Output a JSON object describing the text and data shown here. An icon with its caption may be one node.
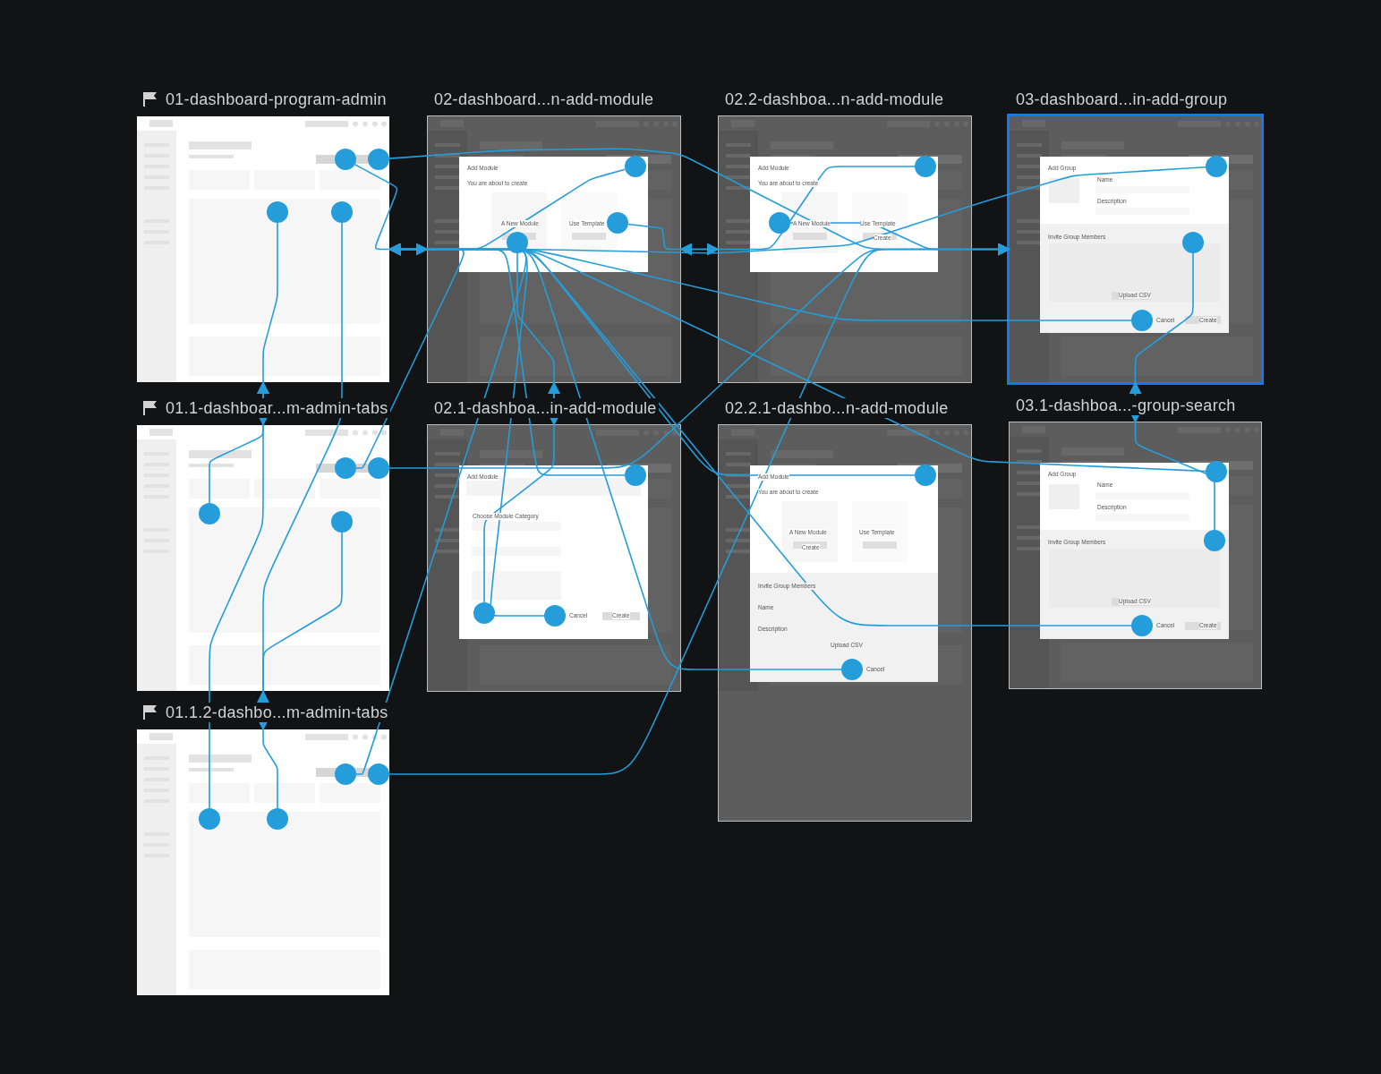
{
  "diagram": {
    "nodes": [
      {
        "text": [
          "01-dashboard-program-admin"
        ]
      },
      {
        "text": [
          "02-dashboard...n-add-module"
        ]
      },
      {
        "text": [
          "02.2-dashboa...n-add-module"
        ]
      },
      {
        "text": [
          "03-dashboard...in-add-group"
        ]
      },
      {
        "text": [
          "01.1-dashboar...m-admin-tabs"
        ]
      },
      {
        "text": [
          "02.1-dashboa...in-add-module"
        ]
      },
      {
        "text": [
          "02.2.1-dashbo...n-add-module"
        ]
      },
      {
        "text": [
          "03.1-dashboa...-group-search"
        ]
      },
      {
        "text": [
          "01.1.2-dashbo...m-admin-tabs"
        ]
      },
      {
        "text": [],
        "shape": "circle",
        "in": 0
      },
      {
        "text": [],
        "shape": "circle",
        "in": 0
      },
      {
        "text": [],
        "shape": "circle",
        "in": 0
      },
      {
        "text": [],
        "shape": "circle",
        "in": 0
      },
      {
        "text": [],
        "shape": "circle",
        "in": 1
      },
      {
        "text": [],
        "shape": "circle",
        "in": 1
      },
      {
        "text": [],
        "shape": "circle",
        "in": 1
      },
      {
        "text": [],
        "shape": "circle",
        "in": 2
      },
      {
        "text": [],
        "shape": "circle",
        "in": 2
      },
      {
        "text": [],
        "shape": "circle",
        "in": 3
      },
      {
        "text": [],
        "shape": "circle",
        "in": 3
      },
      {
        "text": [],
        "shape": "circle",
        "in": 3
      },
      {
        "text": [],
        "shape": "circle",
        "in": 4
      },
      {
        "text": [],
        "shape": "circle",
        "in": 4
      },
      {
        "text": [],
        "shape": "circle",
        "in": 4
      },
      {
        "text": [],
        "shape": "circle",
        "in": 4
      },
      {
        "text": [],
        "shape": "circle",
        "in": 5
      },
      {
        "text": [],
        "shape": "circle",
        "in": 5
      },
      {
        "text": [],
        "shape": "circle",
        "in": 5
      },
      {
        "text": [],
        "shape": "circle",
        "in": 6
      },
      {
        "text": [],
        "shape": "circle",
        "in": 6
      },
      {
        "text": [],
        "shape": "circle",
        "in": 7
      },
      {
        "text": [],
        "shape": "circle",
        "in": 7
      },
      {
        "text": [],
        "shape": "circle",
        "in": 7
      },
      {
        "text": [],
        "shape": "circle",
        "in": 8
      },
      {
        "text": [],
        "shape": "circle",
        "in": 8
      },
      {
        "text": [],
        "shape": "circle",
        "in": 8
      },
      {
        "text": [],
        "shape": "circle",
        "in": 8
      }
    ],
    "edges": [
      {
        "from": 9,
        "to": 1,
        "arrow": "to"
      },
      {
        "from": 10,
        "to": 3,
        "arrow": "to"
      },
      {
        "from": 11,
        "to": 4,
        "arrow": "to"
      },
      {
        "from": 12,
        "to": 8,
        "arrow": "to"
      },
      {
        "from": 13,
        "to": 0,
        "arrow": "to"
      },
      {
        "from": 14,
        "to": 2,
        "arrow": "to"
      },
      {
        "from": 15,
        "to": 5,
        "arrow": "to"
      },
      {
        "from": 16,
        "to": 1,
        "arrow": "to"
      },
      {
        "from": 17,
        "to": 3,
        "arrow": "to"
      },
      {
        "from": 18,
        "to": 0,
        "arrow": "to"
      },
      {
        "from": 19,
        "to": 7,
        "arrow": "to"
      },
      {
        "from": 20,
        "to": 0,
        "arrow": "to"
      },
      {
        "from": 21,
        "to": 0,
        "arrow": "to"
      },
      {
        "from": 22,
        "to": 3,
        "arrow": "to"
      },
      {
        "from": 23,
        "to": 0,
        "arrow": "to"
      },
      {
        "from": 24,
        "to": 8,
        "arrow": "to"
      },
      {
        "from": 25,
        "to": 0,
        "arrow": "to"
      },
      {
        "from": 26,
        "to": 1,
        "arrow": "to"
      },
      {
        "from": 27,
        "to": 0,
        "arrow": "to"
      },
      {
        "from": 28,
        "to": 0,
        "arrow": "to"
      },
      {
        "from": 29,
        "to": 0,
        "arrow": "to"
      },
      {
        "from": 30,
        "to": 0,
        "arrow": "to"
      },
      {
        "from": 31,
        "to": 3,
        "arrow": "to"
      },
      {
        "from": 32,
        "to": 0,
        "arrow": "to"
      },
      {
        "from": 33,
        "to": 0,
        "arrow": "to"
      },
      {
        "from": 34,
        "to": 3,
        "arrow": "to"
      },
      {
        "from": 35,
        "to": 0,
        "arrow": "to"
      },
      {
        "from": 36,
        "to": 4,
        "arrow": "to"
      }
    ],
    "labels": [
      "Add Module",
      "You are about to create",
      "A New Module",
      "Use Template",
      "Add Module",
      "You are about to create",
      "A New Module",
      "Use Template",
      "Create",
      "Add Group",
      "Name",
      "Description",
      "Invite Group Members",
      "Upload CSV",
      "Cancel",
      "Create",
      "Add Module",
      "Choose Module Category",
      "Cancel",
      "Create",
      "Add Module",
      "You are about to create",
      "A New Module",
      "Use Template",
      "Create",
      "Invite Group Members",
      "Name",
      "Description",
      "Upload CSV",
      "Cancel",
      "Add Group",
      "Name",
      "Description",
      "Invite Group Members",
      "Upload CSV",
      "Cancel",
      "Create"
    ]
  }
}
